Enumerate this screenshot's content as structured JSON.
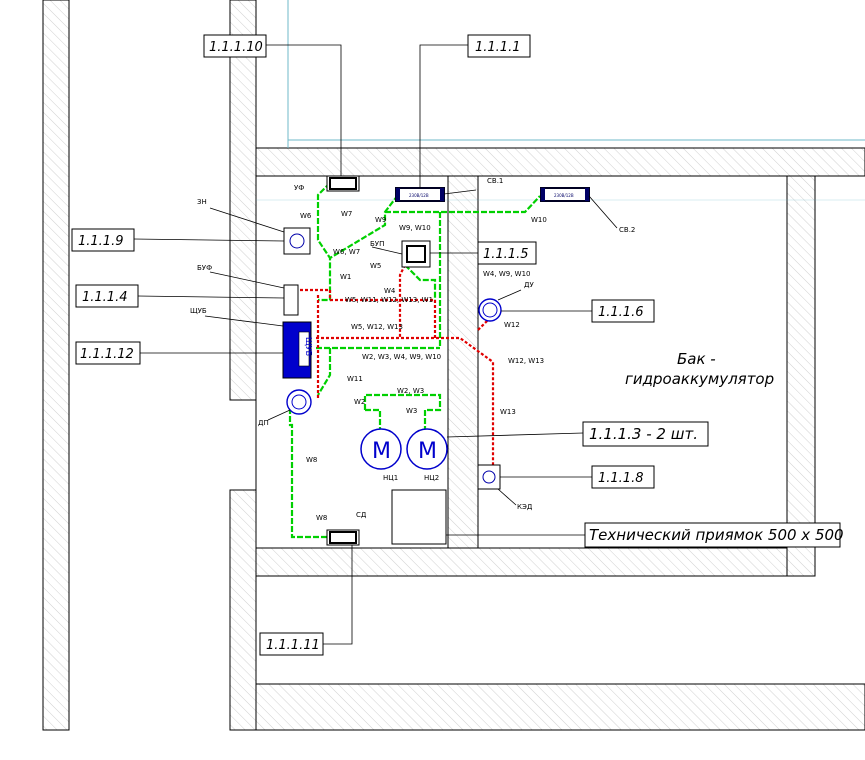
{
  "tags": {
    "t1": "1.1.1.10",
    "t2": "1.1.1.1",
    "t3": "1.1.1.9",
    "t4": "1.1.1.5",
    "t5": "1.1.1.4",
    "t6": "1.1.1.6",
    "t7": "1.1.1.12",
    "t8": "1.1.1.3 - 2 шт.",
    "t9": "1.1.1.8",
    "t10": "Технический  приямок  500 х 500",
    "t11": "1.1.1.11"
  },
  "tank_label_1": "Бак -",
  "tank_label_2": "гидроаккумулятор",
  "devices": {
    "uf": "УФ",
    "sv1": "СВ.1",
    "sv1_inner": "230В/12В",
    "sv2": "СВ.2",
    "sv2_inner": "230В/12В",
    "zn": "ЗН",
    "bup": "БУП",
    "buf": "БУФ",
    "shchub": "ЩУБ",
    "shchub_inner": "ЩУБ",
    "du": "ДУ",
    "dp": "ДП",
    "nc1": "НЦ1",
    "nc2": "НЦ2",
    "motor": "M",
    "ked": "КЭД",
    "sd": "СД"
  },
  "wires": {
    "w7": "W7",
    "w6": "W6",
    "w9": "W9",
    "w10": "W10",
    "w9w10": "W9, W10",
    "w6w7": "W6, W7",
    "w5": "W5",
    "w1": "W1",
    "w4": "W4",
    "w4w9w10": "W4, W9, W10",
    "w5list": "W5, W11, W12, W13, W1",
    "w12": "W12",
    "w5w12w13": "W5, W12, W13",
    "w2list": "W2, W3, W4, W9, W10",
    "w12w13": "W12, W13",
    "w11": "W11",
    "w2w3": "W2, W3",
    "w2": "W2",
    "w3": "W3",
    "w13": "W13",
    "w8a": "W8",
    "w8b": "W8"
  }
}
